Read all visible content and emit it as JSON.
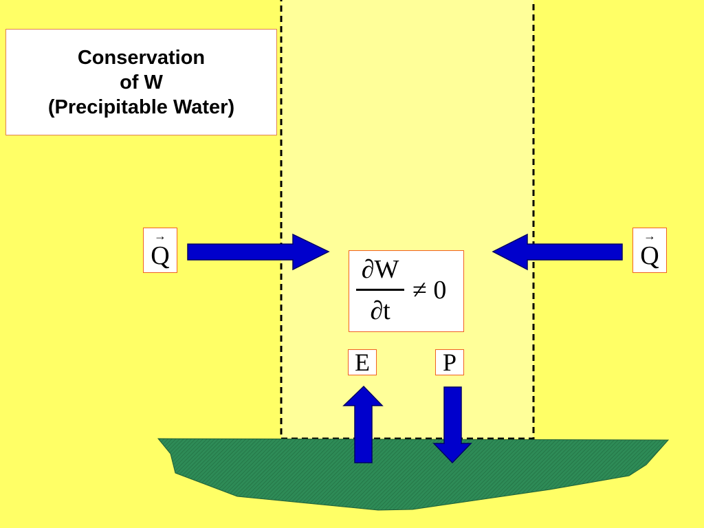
{
  "title": {
    "line1": "Conservation",
    "line2": "of W",
    "line3": "(Precipitable Water)"
  },
  "flux_left": {
    "vector_mark": "→",
    "symbol": "Q"
  },
  "flux_right": {
    "vector_mark": "→",
    "symbol": "Q"
  },
  "equation": {
    "numerator": "∂W",
    "denominator": "∂t",
    "relation": "≠ 0"
  },
  "evaporation_label": "E",
  "precipitation_label": "P",
  "colors": {
    "background": "#ffff66",
    "column_fill": "#ffff99",
    "arrow": "#0000cc",
    "ground": "#2e8b57",
    "box_border": "#f06020"
  }
}
